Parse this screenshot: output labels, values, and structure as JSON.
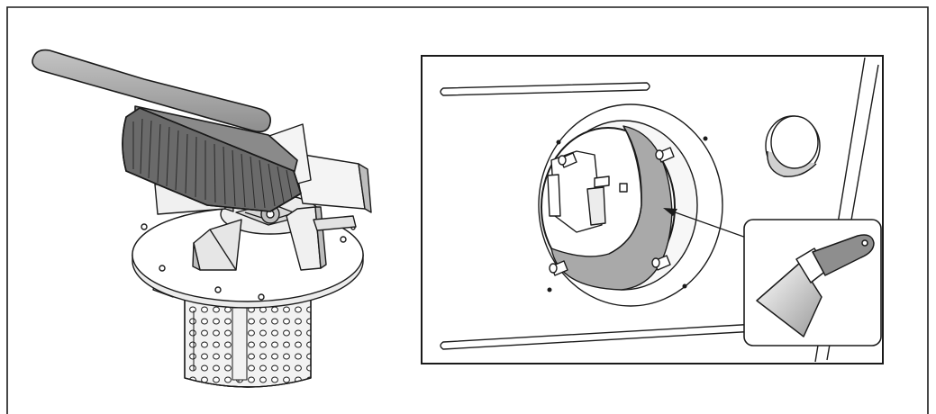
{
  "figure": {
    "left_panel": {
      "subject": "fan-assembly",
      "tool": "brush-icon"
    },
    "right_panel": {
      "subject": "fan-housing-opening",
      "tool": "scraper-icon",
      "callout": "arrow-pointer"
    },
    "colors": {
      "line": "#1a1a1a",
      "fill_light": "#f2f2f2",
      "fill_mid": "#a9a9a9",
      "fill_dark": "#5a5a5a",
      "background": "#ffffff"
    }
  }
}
